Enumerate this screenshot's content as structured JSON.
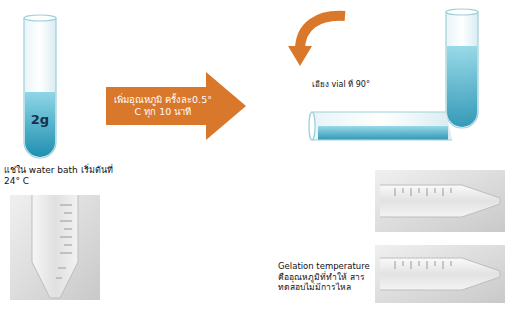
{
  "diagram": {
    "nodes": [
      {
        "text": [
          "2g"
        ]
      },
      {
        "text": [
          "เพิ่มอุณหภูมิ ครั้งละ0.5° C ทุก 10 นาที"
        ]
      }
    ],
    "labels": [
      "แช่ใน water bath เริ่มต้นที่ 24° C",
      "เอียง vial ที่ 90°",
      "Gelation temperature คืออุณหภูมิที่ทำให้ สาร ทดสอบไม่มีการไหล"
    ]
  }
}
